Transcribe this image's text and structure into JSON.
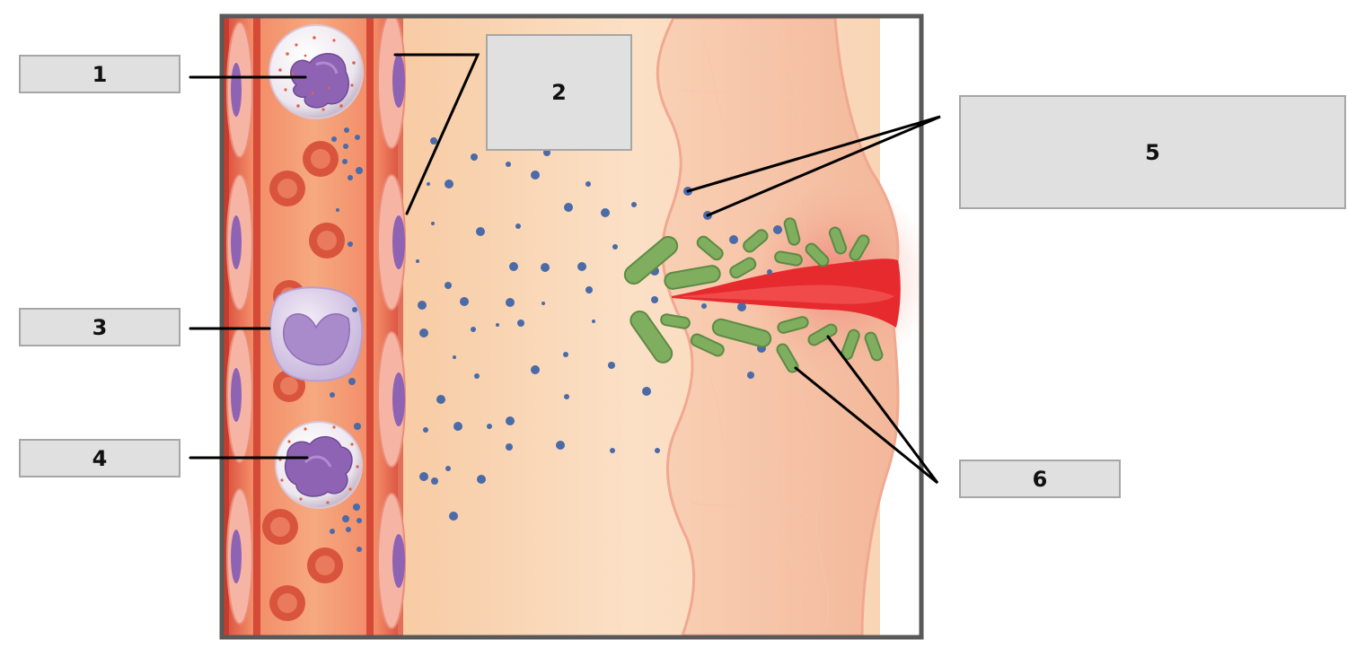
{
  "labels": {
    "l1": "1",
    "l2": "2",
    "l3": "3",
    "l4": "4",
    "l5": "5",
    "l6": "6"
  },
  "colors": {
    "frame": "#595959",
    "vessel": "#e8604a",
    "tissue": "#f9d4b4",
    "skin": "#f6c2a6",
    "rbc": "#d9543c",
    "nucleus": "#8b5fb0",
    "bacteria": "#7fae5f",
    "dots": "#4a6aa8",
    "wound": "#e8202c"
  }
}
